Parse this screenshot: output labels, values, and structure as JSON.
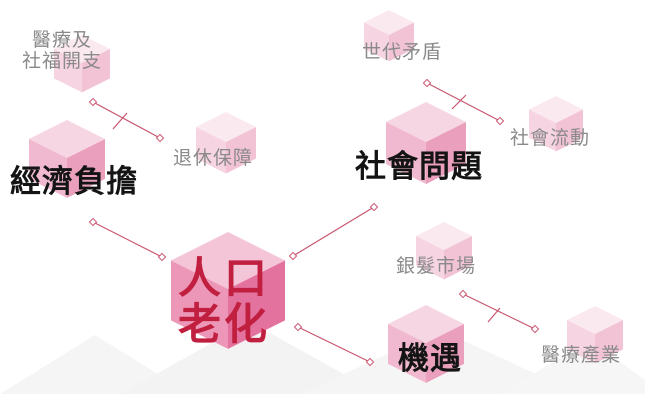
{
  "center": {
    "line1": "人口",
    "line2": "老化"
  },
  "economic_burden": {
    "title": "經濟負擔",
    "medical_welfare": {
      "line1": "醫療及",
      "line2": "社福開支"
    },
    "retirement": "退休保障"
  },
  "social_issues": {
    "title": "社會問題",
    "generational_conflict": "世代矛盾",
    "social_mobility": "社會流動"
  },
  "opportunity": {
    "title": "機遇",
    "silver_market": "銀髮市場",
    "medical_industry": "醫療產業"
  },
  "colors": {
    "cube_light": "#f9dde8",
    "cube_mid": "#f2b9cf",
    "cube_strong": "#ea8fb2",
    "connector": "#c8566f",
    "center_text": "#c11f3f"
  }
}
